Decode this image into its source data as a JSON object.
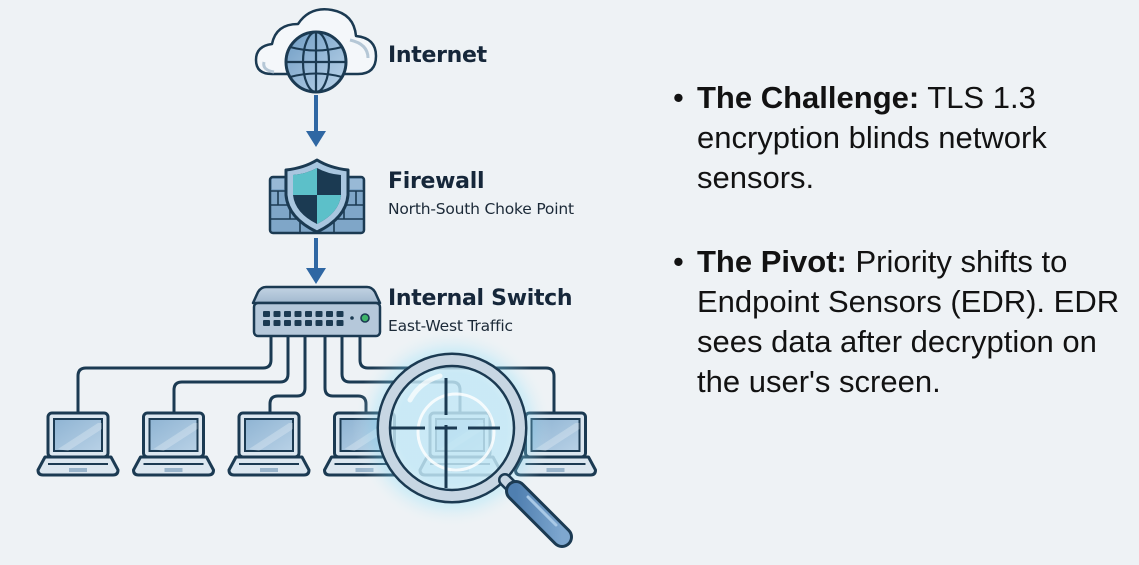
{
  "diagram": {
    "nodes": [
      {
        "id": "internet",
        "title": "Internet",
        "subtitle": ""
      },
      {
        "id": "firewall",
        "title": "Firewall",
        "subtitle": "North-South Choke Point"
      },
      {
        "id": "switch",
        "title": "Internal Switch",
        "subtitle": "East-West Traffic"
      }
    ],
    "endpoints": {
      "count": 6,
      "icon": "laptop-icon"
    },
    "inspection_icon": "magnifier-crosshair-icon",
    "flow": [
      "internet",
      "firewall",
      "switch",
      "endpoints"
    ],
    "colors": {
      "background": "#eef2f5",
      "outline": "#1b3a52",
      "arrow": "#2f67a3",
      "fill_light": "#a9c6df",
      "fill_mid": "#7fa6c8",
      "shield_teal": "#5cc0c9",
      "glow": "#5fd0f0",
      "switch_led": "#3fb56a",
      "text": "#121212"
    }
  },
  "points": [
    {
      "bullet": "•",
      "head": "The Challenge:",
      "body": " TLS 1.3 encryption blinds network sensors."
    },
    {
      "bullet": "•",
      "head": "The Pivot:",
      "body": " Priority shifts to Endpoint Sensors (EDR). EDR sees data after decryption on the user's screen."
    }
  ]
}
